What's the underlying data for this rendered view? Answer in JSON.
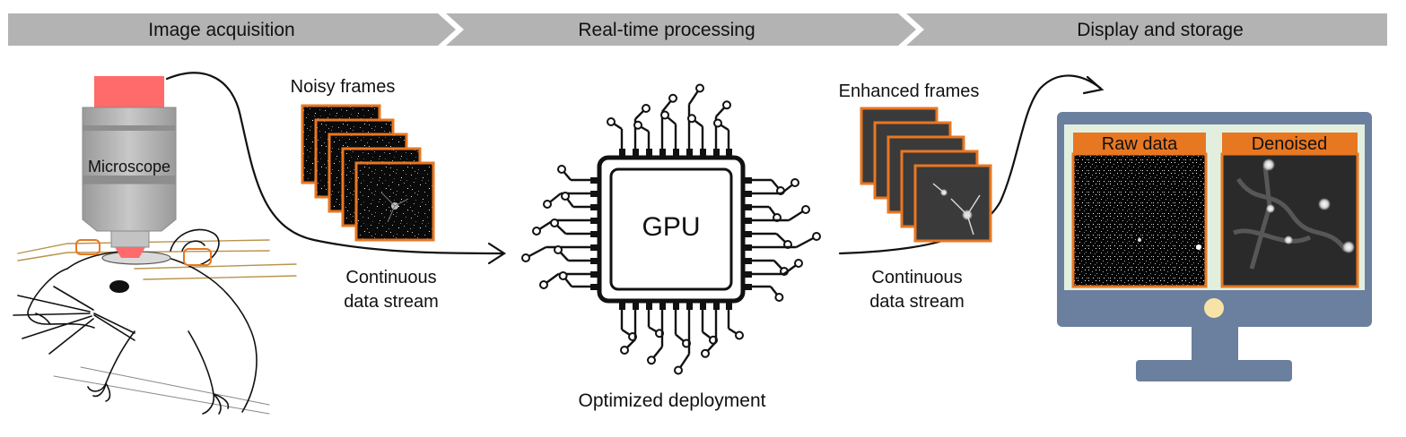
{
  "stages": [
    {
      "label": "Image acquisition"
    },
    {
      "label": "Real-time processing"
    },
    {
      "label": "Display and storage"
    }
  ],
  "microscope": {
    "label": "Microscope"
  },
  "noisy": {
    "label": "Noisy frames"
  },
  "enhanced": {
    "label": "Enhanced frames"
  },
  "stream_left": {
    "line1": "Continuous",
    "line2": "data stream"
  },
  "stream_right": {
    "line1": "Continuous",
    "line2": "data stream"
  },
  "gpu": {
    "label": "GPU",
    "caption": "Optimized deployment"
  },
  "monitor": {
    "raw_label": "Raw data",
    "denoised_label": "Denoised"
  },
  "colors": {
    "banner": "#b3b3b3",
    "frame_border": "#e87722",
    "laser": "#ff6a6a",
    "monitor_frame": "#6b7f9e",
    "monitor_screen": "#e2efdf",
    "label_tab": "#e87722",
    "power_led": "#f7e3a6"
  }
}
